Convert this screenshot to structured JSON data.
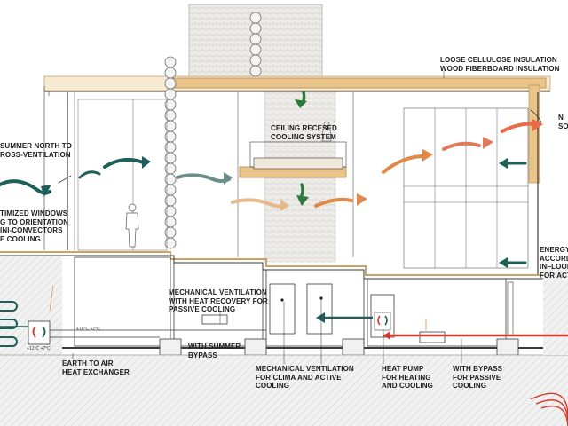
{
  "labels": {
    "insulation": "LOOSE CELLULOSE INSULATION\nWOOD FIBERBOARD INSULATION",
    "ceiling": "CEILING RECESED\nCOOLING SYSTEM",
    "summer_north": "SUMMER NORTH TO\nROSS-VENTILATION",
    "optimized": "TIMIZED WINDOWS\nG TO ORIENTATION\nINI-CONVECTORS\nE COOLING",
    "right_top": "N\nSO",
    "energy": "ENERGY\nACCORD\nINFLOOR\nFOR ACT",
    "mech_recovery": "MECHANICAL VENTILATION\nWITH HEAT RECOVERY FOR\nPASSIVE COOLING",
    "summer_bypass": "WITH SUMMER\nBYPASS",
    "earth": "EARTH TO AIR\nHEAT EXCHANGER",
    "mech_clima": "MECHANICAL VENTILATION\nFOR CLIMA AND ACTIVE\nCOOLING",
    "heat_pump": "HEAT PUMP\nFOR HEATING\nAND COOLING",
    "bypass_passive": "WITH BYPASS\nFOR PASSIVE\nCOOLING",
    "temp_upper": "+16°C +2°C",
    "temp_lower": "+12°C +7°C"
  },
  "colors": {
    "line": "#3a3a3a",
    "roof_fill": "#e9c58c",
    "roof_stroke": "#b8864a",
    "teal_arrow": "#1f5f5a",
    "green_arrow": "#2c7a3a",
    "warm_arrow": "#e08a4a",
    "red_arrow": "#d23a2a",
    "tan_arrow": "#e5b98a",
    "ground": "#c9c9c9"
  }
}
